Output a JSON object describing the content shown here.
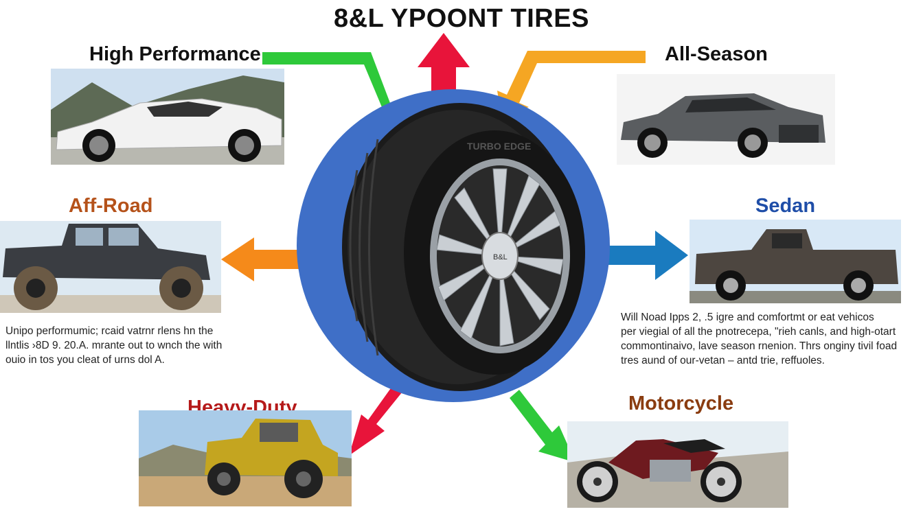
{
  "title": "8&L YPOONT TIRES",
  "categories": {
    "high_performance": {
      "label": "High Performance",
      "color": "#111111"
    },
    "all_season": {
      "label": "All-Season",
      "color": "#111111"
    },
    "off_road": {
      "label": "Aff-Road",
      "color": "#b5521a"
    },
    "sedan": {
      "label": "Sedan",
      "color": "#1f4ea8"
    },
    "heavy_duty": {
      "label": "Heavy-Duty",
      "color": "#b51a1a"
    },
    "motorcycle": {
      "label": "Motorcycle",
      "color": "#8a3c10"
    }
  },
  "descriptions": {
    "left": [
      "Unipo performumic; rcaid vatrnr rlens hn the",
      "llntlis ›8D 9. 20.A. mrante out to wnch the with",
      "ouio in tos you cleat of urns dol A."
    ],
    "right": [
      "Will Noad Ipps  2, .5 igre and comfortmt or eat vehicos",
      "per viegial of all the pnotrecepa, \"rieh canls, and high-otart",
      "commontinaivo, lave season rnenion. Thrs onginy tivil foad",
      "tres aund of our-vetan – antd trie, reffuoles."
    ]
  },
  "tire": {
    "sidewall_text": "TURBO EDGE",
    "hub_text": "B&L"
  },
  "arrow_colors": {
    "green": "#2ec93a",
    "red": "#e8143a",
    "orange": "#f5a623",
    "blue": "#1a7bbf"
  },
  "icons": [
    "sports-car-icon",
    "sedan-car-icon",
    "off-road-truck-icon",
    "pickup-truck-icon",
    "heavy-duty-vehicle-icon",
    "motorcycle-icon",
    "tire-icon"
  ]
}
